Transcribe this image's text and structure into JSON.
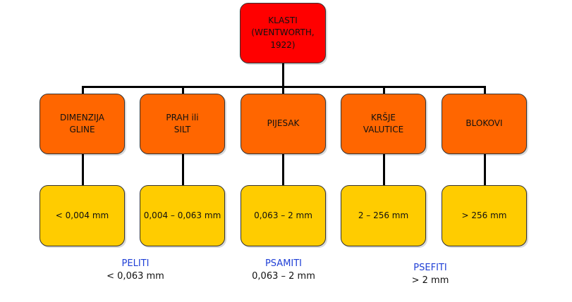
{
  "colors": {
    "root": "#ff0000",
    "category": "#ff6600",
    "size": "#ffcc00",
    "group_name": "#1f3fd6"
  },
  "root": {
    "label": "KLASTI\n(WENTWORTH,\n1922)"
  },
  "categories": [
    {
      "label": "DIMENZIJA\nGLINE",
      "range": "< 0,004 mm"
    },
    {
      "label": "PRAH ili\nSILT",
      "range": "0,004 – 0,063 mm"
    },
    {
      "label": "PIJESAK",
      "range": "0,063 – 2 mm"
    },
    {
      "label": "KRŠJE\nVALUTICE",
      "range": "2 – 256 mm"
    },
    {
      "label": "BLOKOVI",
      "range": "> 256 mm"
    }
  ],
  "groups": [
    {
      "name": "PELITI",
      "range": "< 0,063 mm"
    },
    {
      "name": "PSAMITI",
      "range": "0,063 – 2 mm"
    },
    {
      "name": "PSEFITI",
      "range": "> 2 mm"
    }
  ]
}
